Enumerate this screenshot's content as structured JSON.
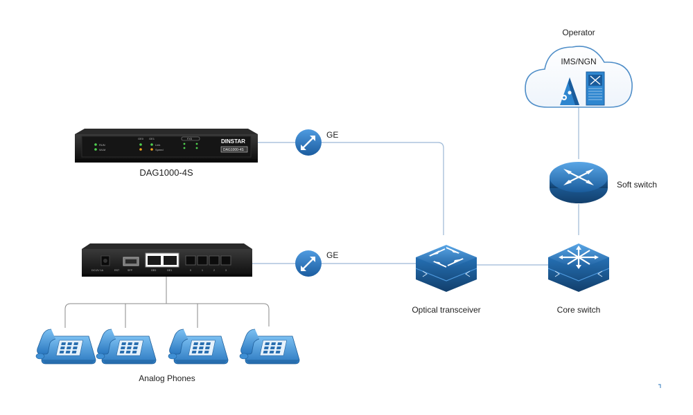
{
  "operator": {
    "title": "Operator",
    "cloud_label": "IMS/NGN"
  },
  "devices": {
    "gateway": {
      "model_label": "DAG1000-4S",
      "brand": "DINSTAR",
      "badge": "DAG1000-4S",
      "front_leds": [
        "RUN",
        "WLM"
      ],
      "front_leds_mid": [
        "GE0",
        "GE1"
      ],
      "front_leds_right": [
        "Link",
        "Speed"
      ],
      "fxs_label": "FXS",
      "rear_labels": {
        "power": "DC12V 1A",
        "reset": "RST",
        "sfp": "SFP",
        "ge0": "GE0",
        "ge1": "GE1"
      },
      "rear_ports": [
        "0",
        "1",
        "2",
        "3"
      ]
    },
    "soft_switch": {
      "label": "Soft switch"
    },
    "optical": {
      "label": "Optical transceiver"
    },
    "core": {
      "label": "Core switch"
    },
    "phones": {
      "label": "Analog Phones",
      "count": 4
    }
  },
  "links": {
    "upper": "GE",
    "lower": "GE"
  },
  "colors": {
    "line": "#9cb8d6",
    "device_blue": "#2c7fc6",
    "device_dark": "#174f86",
    "phone_blue": "#4a9fe0",
    "chassis": "#1d1d1d"
  }
}
